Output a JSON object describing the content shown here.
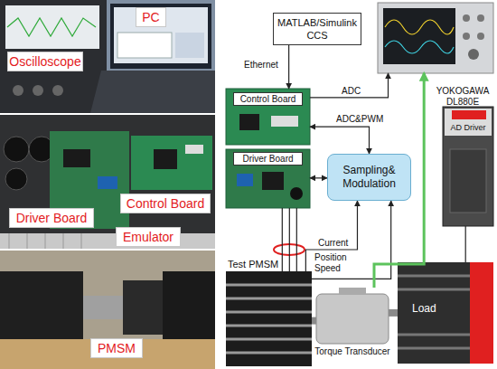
{
  "diagram": {
    "nodes": [
      {
        "text": [
          "PC"
        ]
      },
      {
        "text": [
          "Oscilloscope"
        ]
      },
      {
        "text": [
          "Control Board"
        ]
      },
      {
        "text": [
          "Driver Board"
        ]
      },
      {
        "text": [
          "Emulator"
        ]
      },
      {
        "text": [
          "PMSM"
        ]
      },
      {
        "text": [
          "MATLAB/Simulink CCS"
        ]
      },
      {
        "text": [
          "YOKOGAWA DL880E"
        ]
      },
      {
        "text": [
          "Control Board"
        ]
      },
      {
        "text": [
          "AD Driver"
        ]
      },
      {
        "text": [
          "Driver Board"
        ]
      },
      {
        "text": [
          "Sampling& Modulation"
        ]
      },
      {
        "text": [
          "Test PMSM"
        ]
      },
      {
        "text": [
          "Torque Transducer"
        ]
      },
      {
        "text": [
          "Load"
        ]
      }
    ],
    "edges": [
      {
        "from": 6,
        "to": 8,
        "label": "Ethernet",
        "arrow": "to"
      },
      {
        "from": 8,
        "to": 7,
        "label": "ADC",
        "arrow": "to"
      },
      {
        "from": 8,
        "to": 11,
        "label": "ADC&PWM",
        "arrow": "both"
      },
      {
        "from": 10,
        "to": 11,
        "arrow": "both"
      },
      {
        "from": 10,
        "to": 12,
        "arrow": "none"
      },
      {
        "from": 12,
        "to": 11,
        "label": "Current",
        "arrow": "to"
      },
      {
        "from": 12,
        "to": 11,
        "label": "Position Speed",
        "arrow": "to"
      },
      {
        "from": 13,
        "to": 7,
        "arrow": "to"
      },
      {
        "from": 12,
        "to": 13,
        "arrow": "none"
      },
      {
        "from": 13,
        "to": 14,
        "arrow": "none"
      },
      {
        "from": 9,
        "to": 14,
        "arrow": "none"
      }
    ]
  }
}
